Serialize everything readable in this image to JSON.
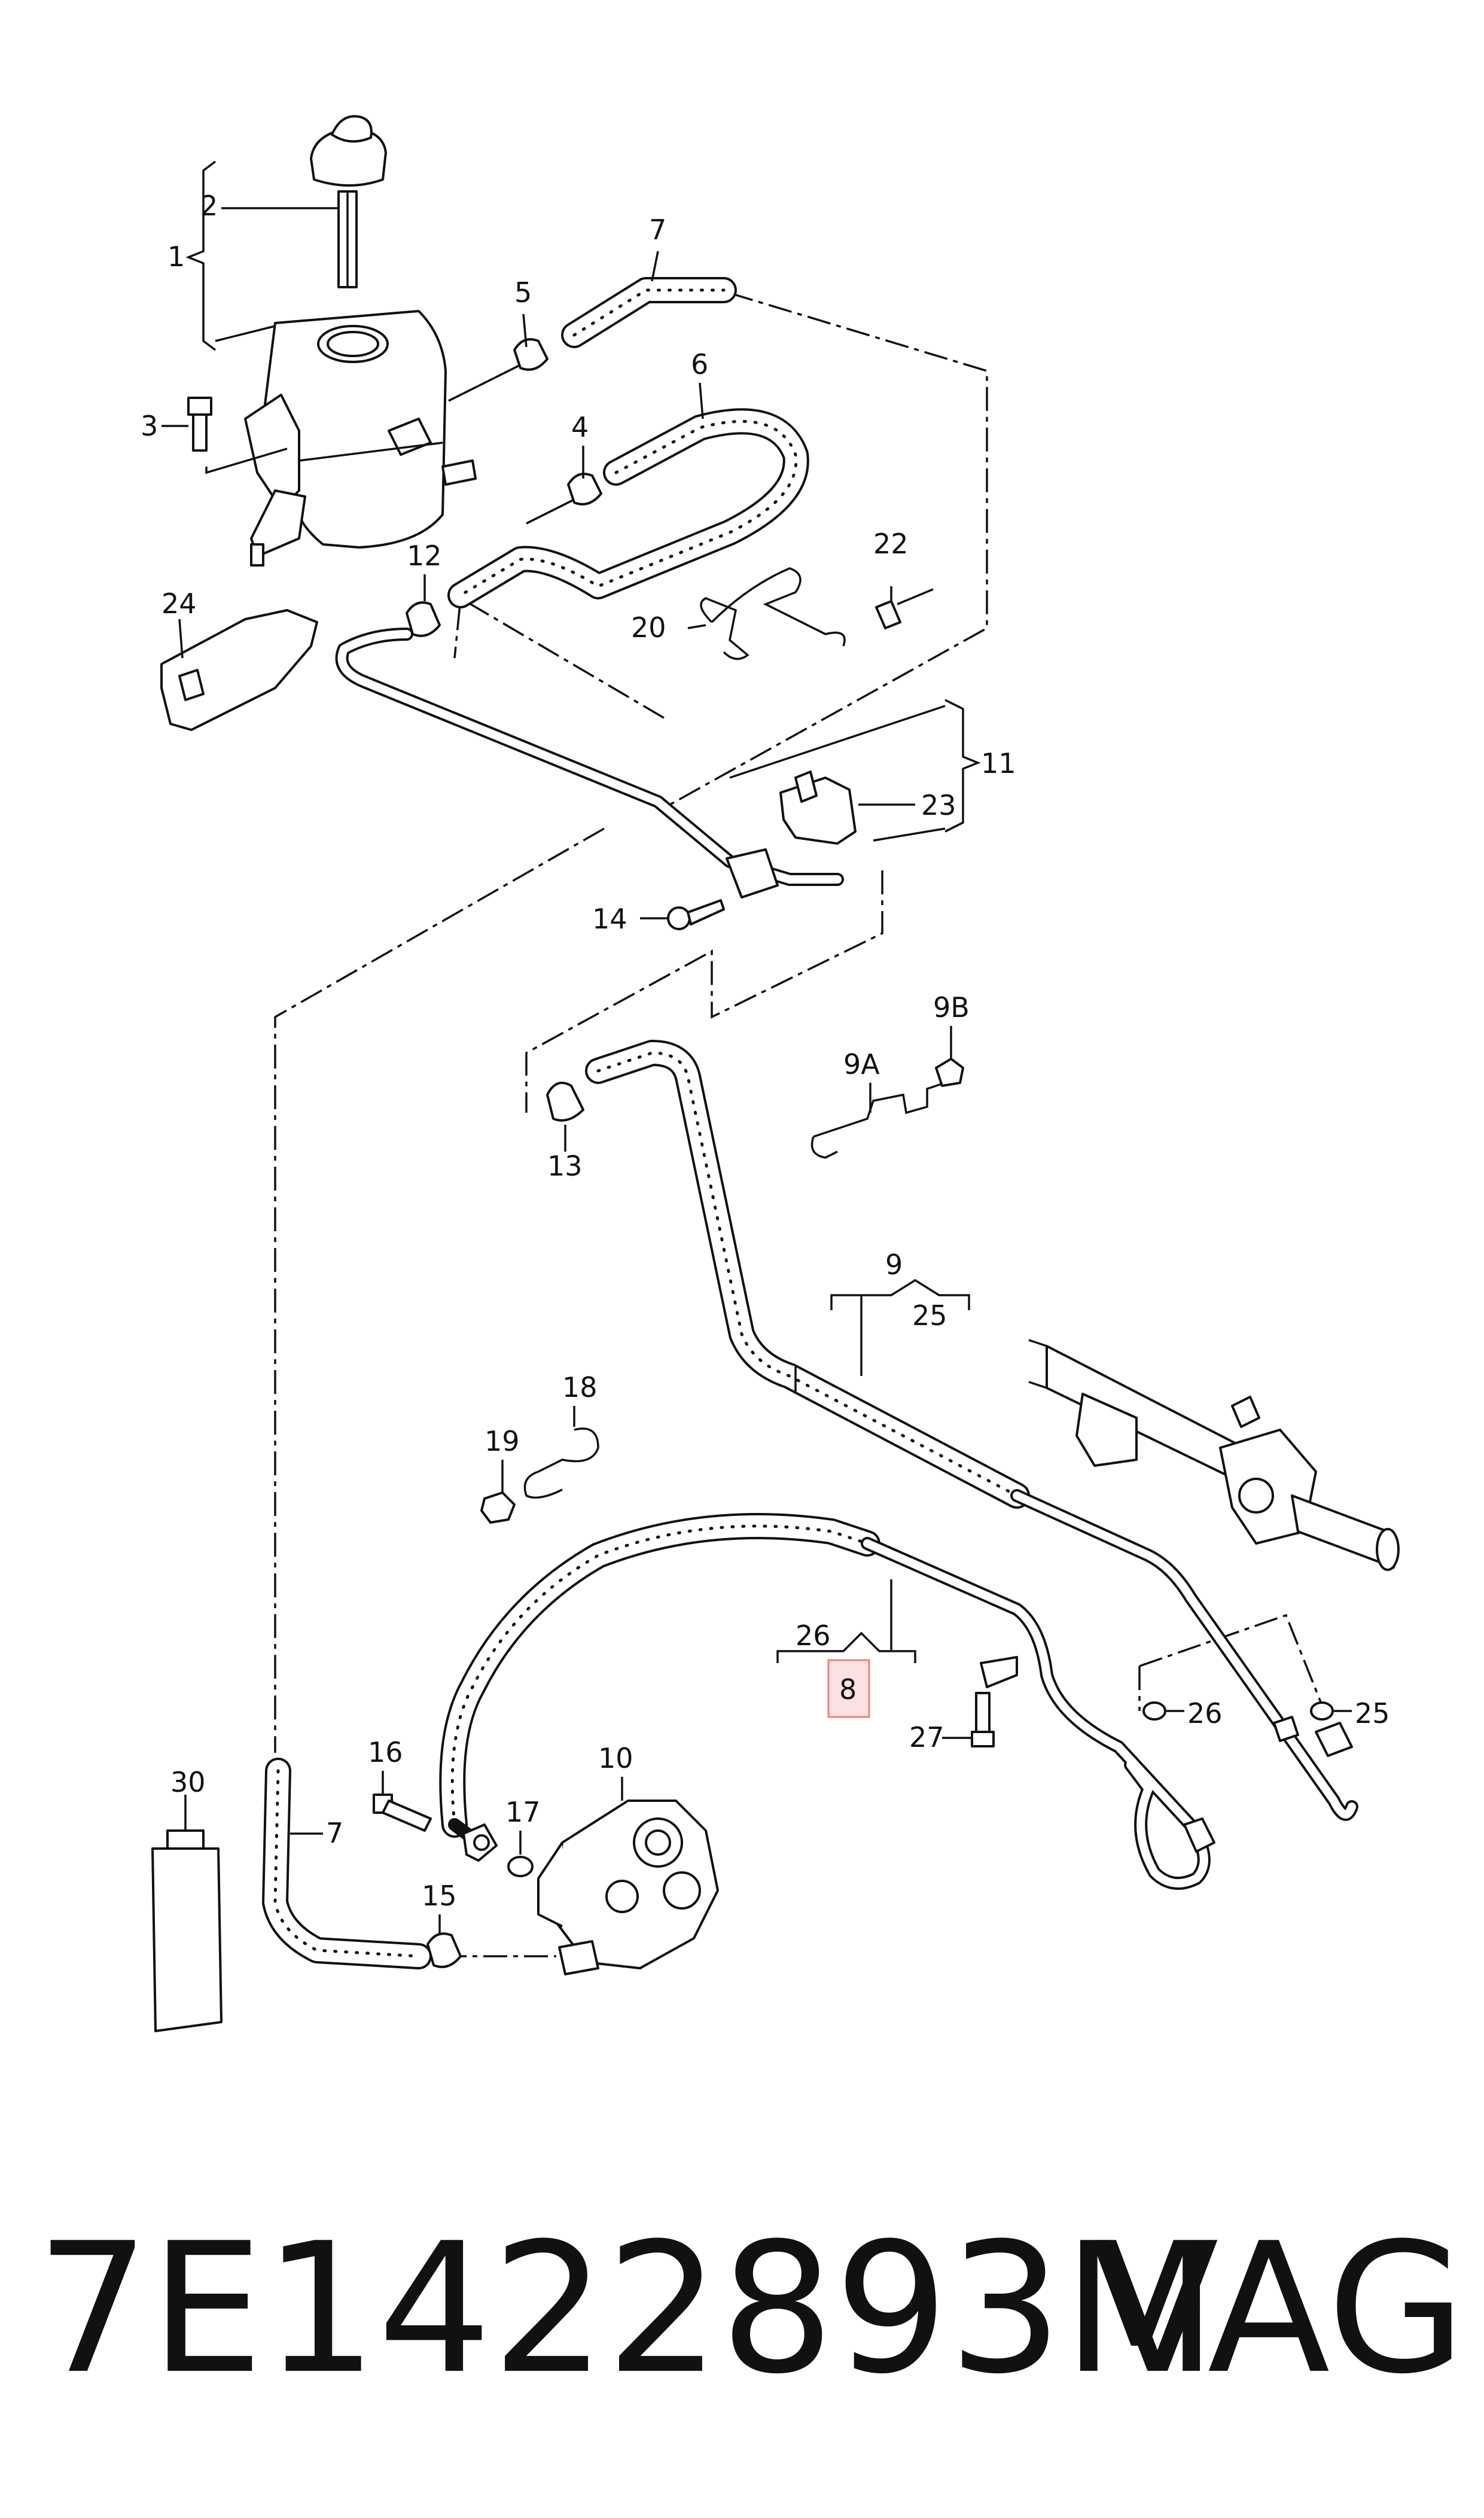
{
  "callouts": {
    "c1": "1",
    "c2": "2",
    "c3": "3",
    "c4": "4",
    "c5": "5",
    "c6": "6",
    "c7a": "7",
    "c7b": "7",
    "c8": "8",
    "c9": "9",
    "c9a": "9A",
    "c9b": "9B",
    "c10": "10",
    "c11": "11",
    "c12": "12",
    "c13": "13",
    "c14": "14",
    "c15": "15",
    "c16": "16",
    "c17": "17",
    "c18": "18",
    "c19": "19",
    "c20": "20",
    "c22": "22",
    "c23": "23",
    "c24": "24",
    "c25a": "25",
    "c25b": "25",
    "c26a": "26",
    "c26b": "26",
    "c27": "27",
    "c30": "30"
  },
  "highlight": {
    "callout": "8",
    "color": "#f08080",
    "fill": "#fde0e0"
  },
  "footer": {
    "part_number": "7E1422893M",
    "brand": "VAG"
  }
}
